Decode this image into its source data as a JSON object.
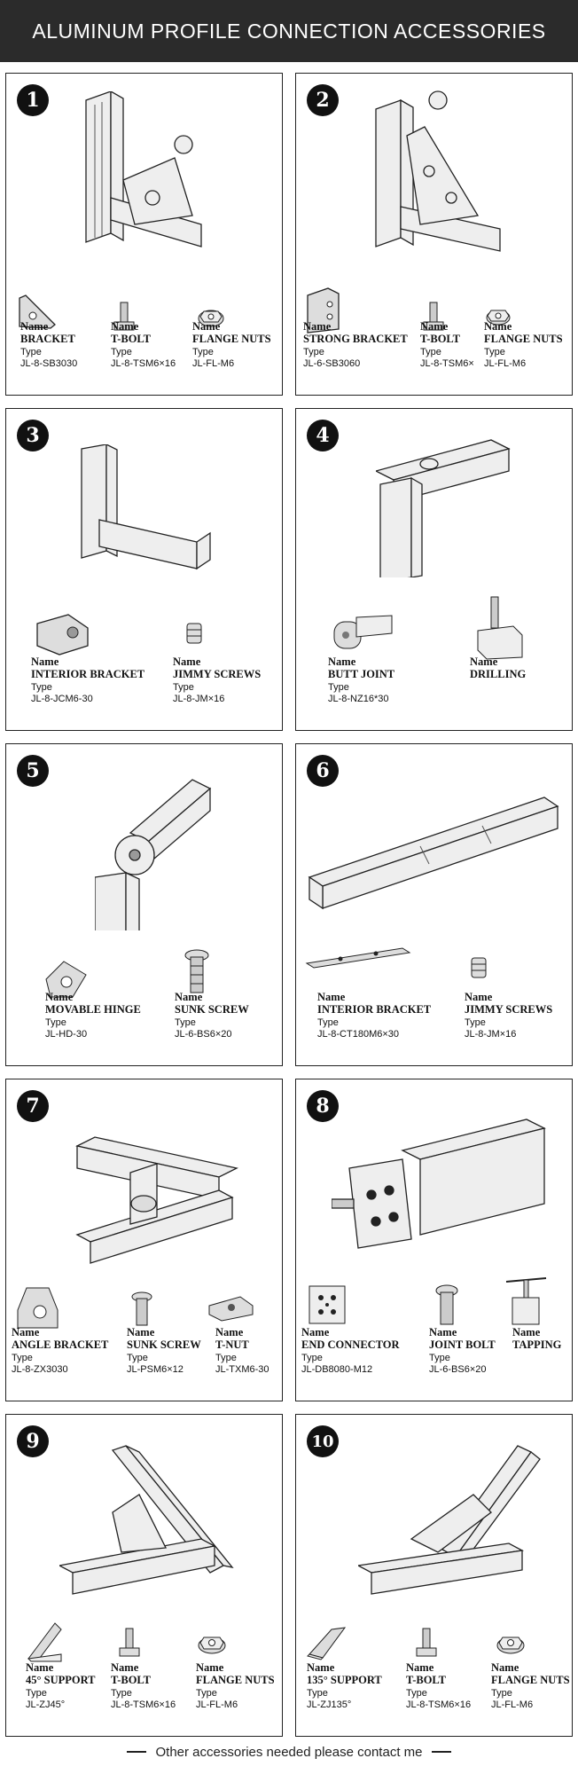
{
  "header": {
    "title": "ALUMINUM PROFILE CONNECTION ACCESSORIES"
  },
  "labels": {
    "name": "Name",
    "type": "Type"
  },
  "panels": [
    {
      "number": "1",
      "items": [
        {
          "name": "BRACKET",
          "type": "JL-8-SB3030"
        },
        {
          "name": "T-BOLT",
          "type": "JL-8-TSM6×16"
        },
        {
          "name": "FLANGE NUTS",
          "type": "JL-FL-M6"
        }
      ]
    },
    {
      "number": "2",
      "items": [
        {
          "name": "STRONG BRACKET",
          "type": "JL-6-SB3060"
        },
        {
          "name": "T-BOLT",
          "type": "JL-8-TSM6×"
        },
        {
          "name": "FLANGE NUTS",
          "type": "JL-FL-M6"
        }
      ]
    },
    {
      "number": "3",
      "items": [
        {
          "name": "INTERIOR BRACKET",
          "type": "JL-8-JCM6-30"
        },
        {
          "name": "JIMMY SCREWS",
          "type": "JL-8-JM×16"
        }
      ]
    },
    {
      "number": "4",
      "items": [
        {
          "name": "BUTT JOINT",
          "type": "JL-8-NZ16*30"
        },
        {
          "name": "DRILLING",
          "type": ""
        }
      ]
    },
    {
      "number": "5",
      "items": [
        {
          "name": "MOVABLE HINGE",
          "type": "JL-HD-30"
        },
        {
          "name": "SUNK SCREW",
          "type": "JL-6-BS6×20"
        }
      ]
    },
    {
      "number": "6",
      "items": [
        {
          "name": "INTERIOR BRACKET",
          "type": "JL-8-CT180M6×30"
        },
        {
          "name": "JIMMY SCREWS",
          "type": "JL-8-JM×16"
        }
      ]
    },
    {
      "number": "7",
      "items": [
        {
          "name": "ANGLE BRACKET",
          "type": "JL-8-ZX3030"
        },
        {
          "name": "SUNK SCREW",
          "type": "JL-PSM6×12"
        },
        {
          "name": "T-NUT",
          "type": "JL-TXM6-30"
        }
      ]
    },
    {
      "number": "8",
      "items": [
        {
          "name": "END CONNECTOR",
          "type": "JL-DB8080-M12"
        },
        {
          "name": "JOINT BOLT",
          "type": "JL-6-BS6×20"
        },
        {
          "name": "TAPPING",
          "type": ""
        }
      ]
    },
    {
      "number": "9",
      "items": [
        {
          "name": "45° SUPPORT",
          "type": "JL-ZJ45°"
        },
        {
          "name": "T-BOLT",
          "type": "JL-8-TSM6×16"
        },
        {
          "name": "FLANGE NUTS",
          "type": "JL-FL-M6"
        }
      ]
    },
    {
      "number": "10",
      "items": [
        {
          "name": "135° SUPPORT",
          "type": "JL-ZJ135°"
        },
        {
          "name": "T-BOLT",
          "type": "JL-8-TSM6×16"
        },
        {
          "name": "FLANGE NUTS",
          "type": "JL-FL-M6"
        }
      ]
    }
  ],
  "footer": {
    "text": "Other accessories needed please contact me"
  }
}
